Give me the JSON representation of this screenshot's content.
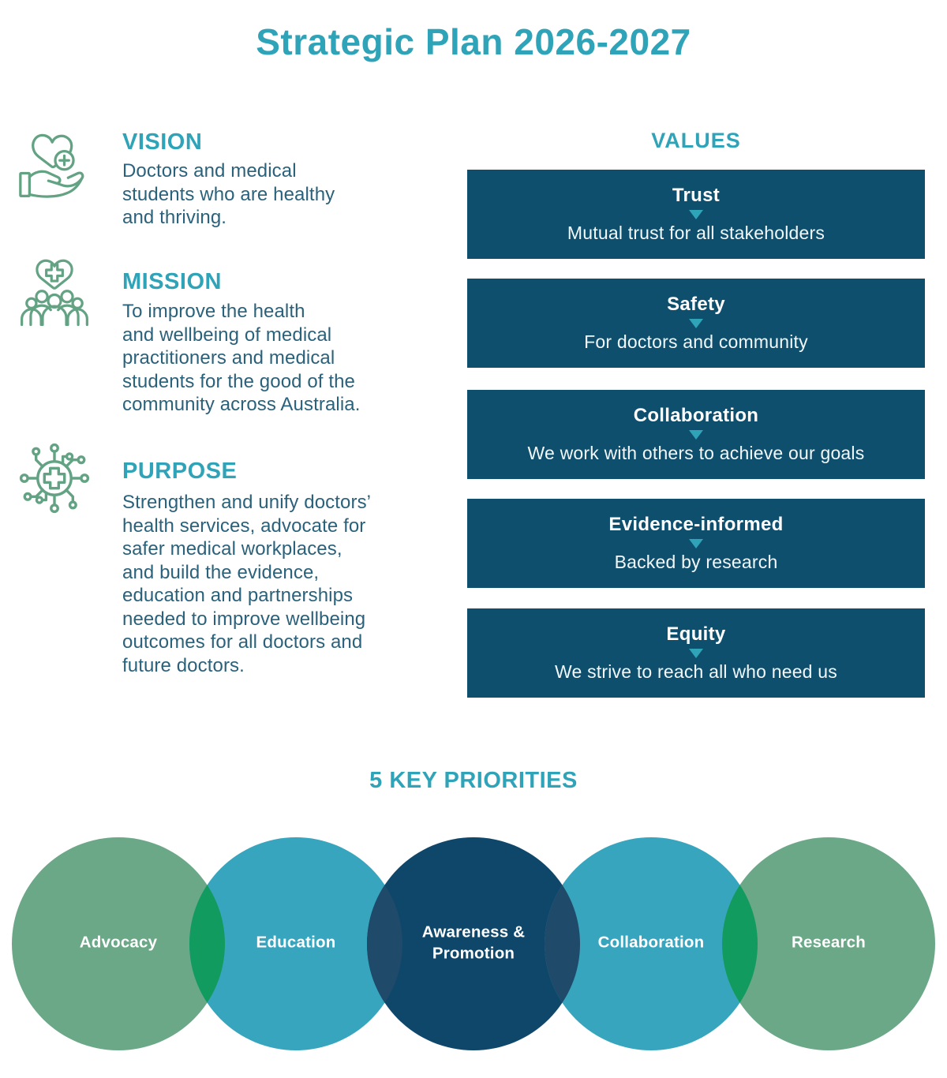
{
  "title": "Strategic Plan 2026-2027",
  "colors": {
    "accent": "#2FA3B8",
    "navy": "#0E4F6E",
    "body_text": "#2A617B",
    "card_text": "#F2F7FA",
    "icon_green": "#63A383"
  },
  "sections": {
    "vision": {
      "heading": "VISION",
      "icon": "hand-heart-icon",
      "body": "Doctors and medical\nstudents who are healthy\nand thriving."
    },
    "mission": {
      "heading": "MISSION",
      "icon": "heart-people-icon",
      "body": "To improve the health\nand wellbeing of medical\npractitioners and medical\nstudents for the good of the\ncommunity across Australia."
    },
    "purpose": {
      "heading": "PURPOSE",
      "icon": "network-cross-icon",
      "body": "Strengthen and unify doctors’\nhealth services, advocate for\nsafer medical workplaces,\nand build the evidence,\neducation and partnerships\nneeded to improve wellbeing\noutcomes for all doctors and\nfuture doctors."
    }
  },
  "values": {
    "heading": "VALUES",
    "items": [
      {
        "title": "Trust",
        "description": "Mutual trust for all stakeholders"
      },
      {
        "title": "Safety",
        "description": "For doctors and community"
      },
      {
        "title": "Collaboration",
        "description": "We work with others to achieve our goals"
      },
      {
        "title": "Evidence-informed",
        "description": "Backed by research"
      },
      {
        "title": "Equity",
        "description": "We strive to reach all who need us"
      }
    ]
  },
  "priorities": {
    "heading": "5 KEY PRIORITIES",
    "items": [
      {
        "label": "Advocacy",
        "color": "#6BA887"
      },
      {
        "label": "Education",
        "color": "#38A5BF"
      },
      {
        "label": "Awareness &\nPromotion",
        "color": "#0F476B"
      },
      {
        "label": "Collaboration",
        "color": "#38A5BF"
      },
      {
        "label": "Research",
        "color": "#6BA887"
      }
    ],
    "overlaps": {
      "green_teal": "#119B5F",
      "teal_navy": "#1F4A69"
    }
  }
}
